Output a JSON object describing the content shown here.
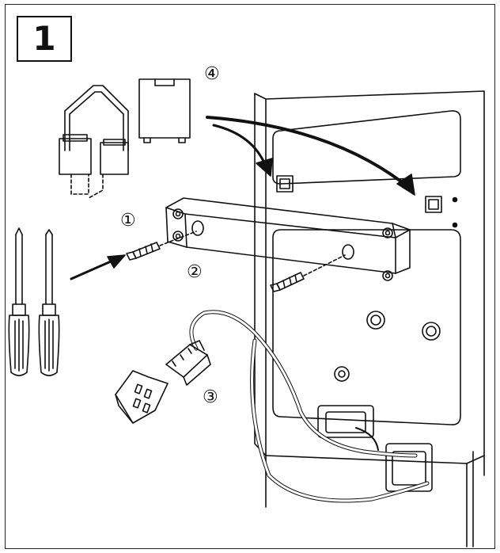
{
  "figure": {
    "step_number": "1",
    "callouts": [
      {
        "id": "1",
        "text": "①"
      },
      {
        "id": "2",
        "text": "②"
      },
      {
        "id": "3",
        "text": "③"
      },
      {
        "id": "4",
        "text": "④"
      }
    ]
  },
  "colors": {
    "line": "#111111",
    "background": "#ffffff"
  }
}
